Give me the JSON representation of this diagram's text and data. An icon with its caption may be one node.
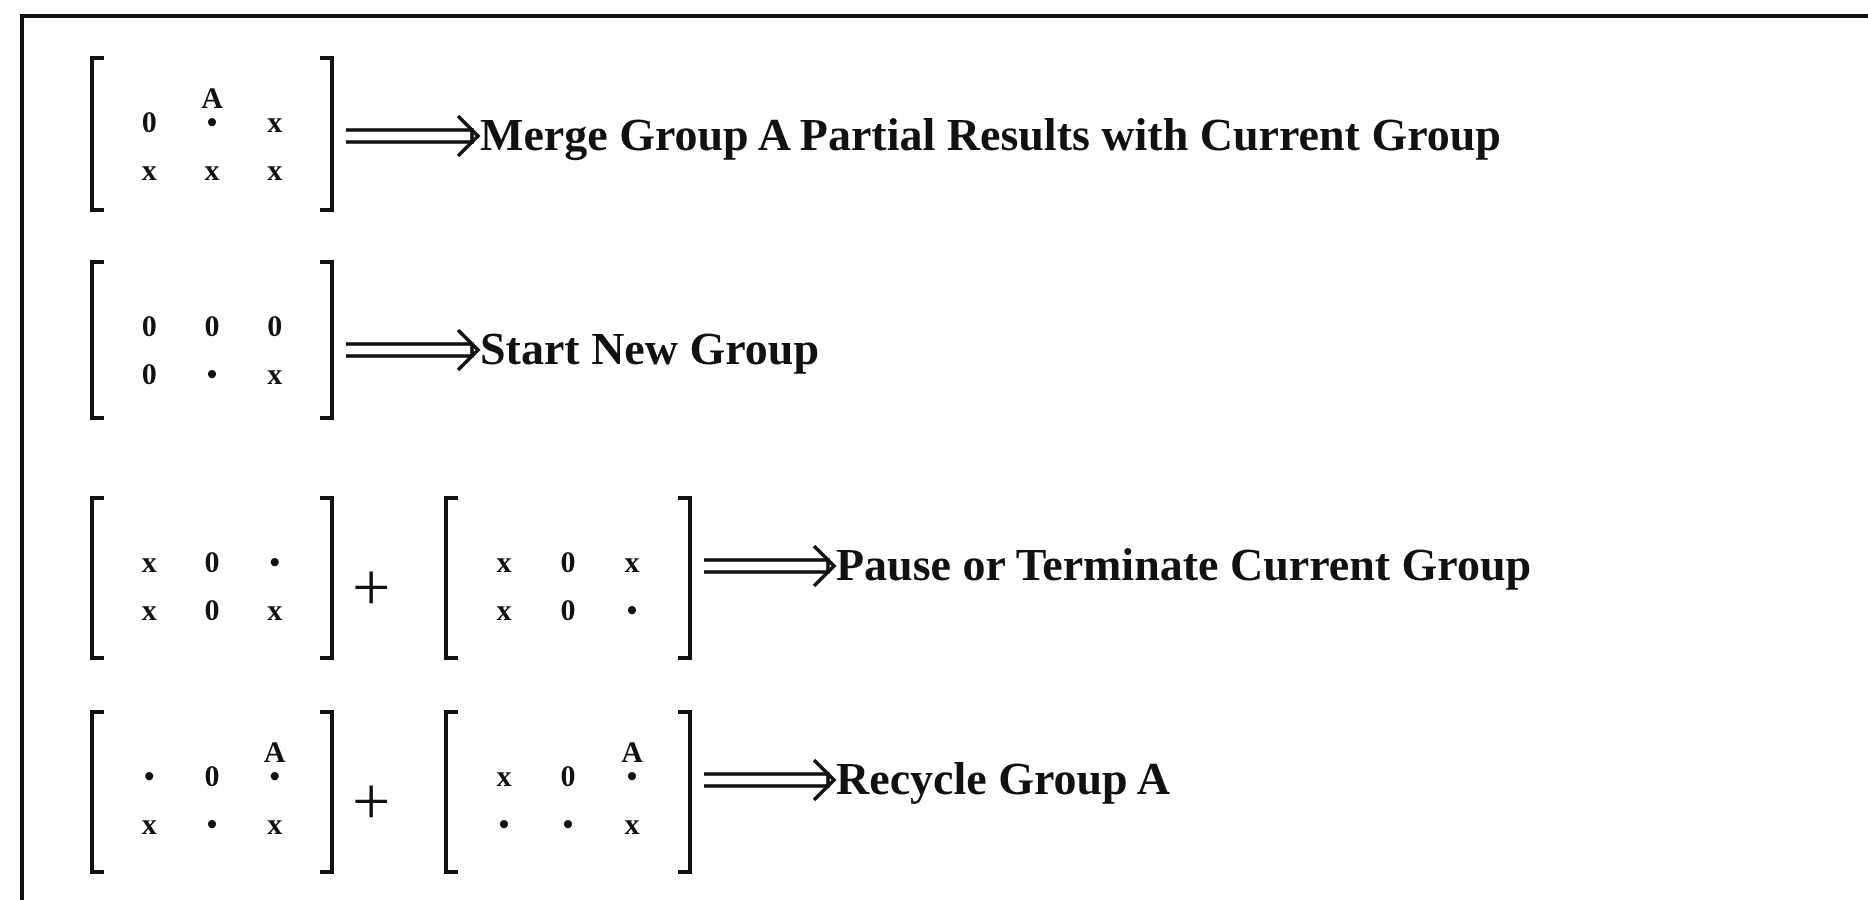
{
  "diagram": {
    "nodes": [
      {
        "text": [
          "A",
          "0",
          "•",
          "x",
          "x",
          "x",
          "x"
        ]
      },
      {
        "text": [
          "Merge Group A Partial Results with Current Group"
        ]
      },
      {
        "text": [
          "0",
          "0",
          "0",
          "0",
          "•",
          "x"
        ]
      },
      {
        "text": [
          "Start New Group"
        ]
      },
      {
        "text": [
          "x",
          "0",
          "•",
          "x",
          "0",
          "x"
        ]
      },
      {
        "text": [
          "x",
          "0",
          "x",
          "x",
          "0",
          "•"
        ]
      },
      {
        "text": [
          "Pause or Terminate Current Group"
        ]
      },
      {
        "text": [
          "A",
          "•",
          "0",
          "•",
          "x",
          "•",
          "x"
        ]
      },
      {
        "text": [
          "A",
          "x",
          "0",
          "•",
          "•",
          "•",
          "x"
        ]
      },
      {
        "text": [
          "Recycle Group A"
        ]
      }
    ],
    "edges": [
      {
        "from": 0,
        "to": 1,
        "arrow": "to"
      },
      {
        "from": 2,
        "to": 3,
        "arrow": "to"
      },
      {
        "from": 5,
        "to": 6,
        "arrow": "to"
      },
      {
        "from": 8,
        "to": 9,
        "arrow": "to"
      }
    ],
    "labels": [
      "+",
      "+"
    ]
  }
}
